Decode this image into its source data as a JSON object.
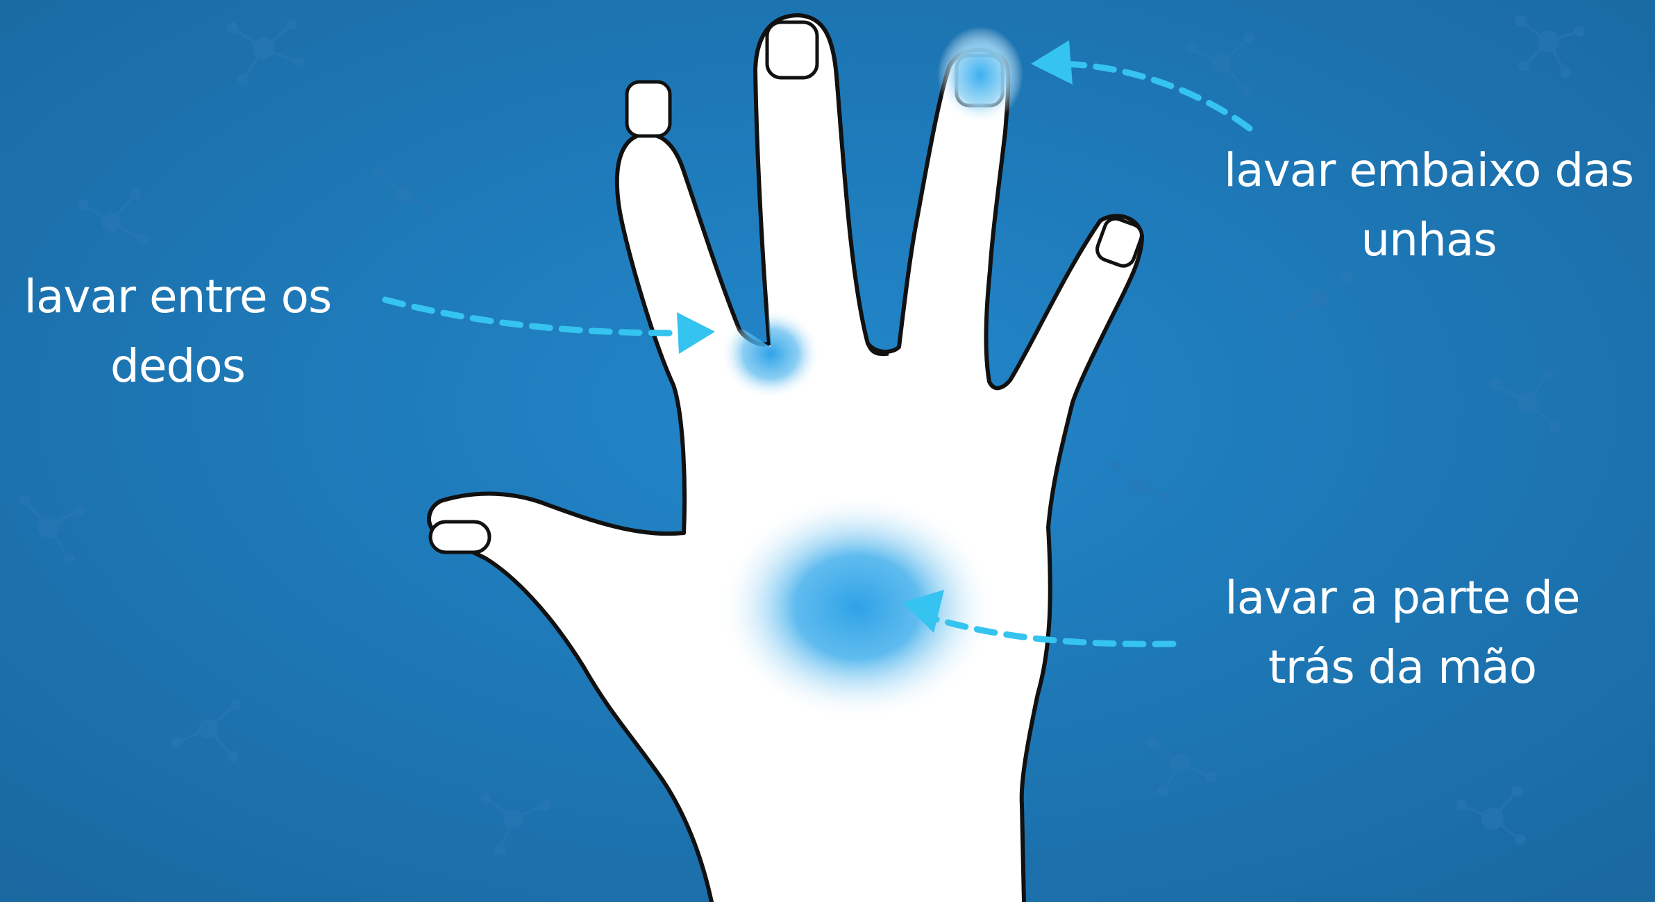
{
  "labels": {
    "nails": {
      "line1": "lavar embaixo das",
      "line2": "unhas"
    },
    "between_fingers": {
      "line1": "lavar entre os",
      "line2": "dedos"
    },
    "back_of_hand": {
      "line1": "lavar a parte de",
      "line2": "trás da mão"
    }
  },
  "colors": {
    "background": "#1d7fc1",
    "hand_fill": "#ffffff",
    "hand_outline": "#111111",
    "highlight": "#3aa9e8",
    "arrow": "#35c3ef",
    "label_text": "#ffffff"
  },
  "icons": {
    "hand": "hand-outline-icon",
    "arrow": "dashed-arrow-icon",
    "background_pattern": "germ-pattern"
  }
}
